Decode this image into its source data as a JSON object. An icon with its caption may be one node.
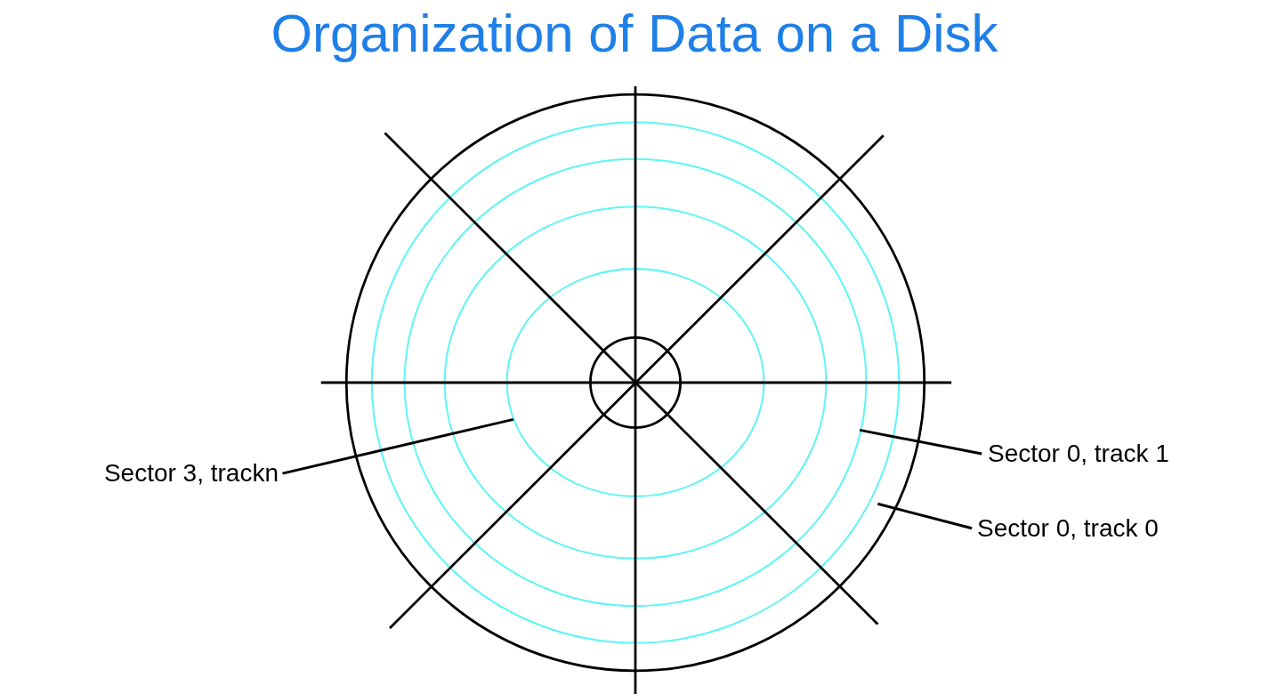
{
  "diagram": {
    "title": "Organization of Data on a Disk",
    "nodes": [
      {
        "text": [
          "Sector 3, trackn"
        ]
      },
      {
        "text": [
          "Sector 0, track 1"
        ]
      },
      {
        "text": [
          "Sector 0, track 0"
        ]
      }
    ],
    "edges": [
      {
        "from": 0,
        "to": null,
        "arrow": "none"
      },
      {
        "from": 1,
        "to": null,
        "arrow": "none"
      },
      {
        "from": 2,
        "to": null,
        "arrow": "none"
      }
    ]
  }
}
